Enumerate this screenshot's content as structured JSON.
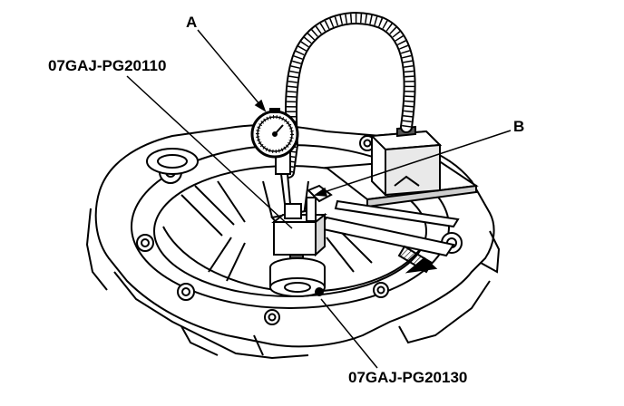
{
  "callouts": {
    "a": "A",
    "b": "B",
    "tool_top": "07GAJ-PG20110",
    "tool_bottom": "07GAJ-PG20130"
  },
  "colors": {
    "ink": "#000000",
    "paper": "#ffffff",
    "shade": "#555555"
  }
}
